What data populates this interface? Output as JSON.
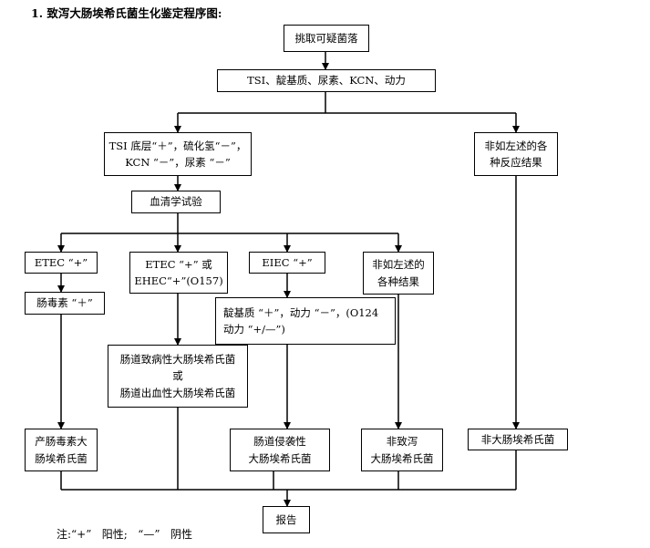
{
  "title": "1. 致泻大肠埃希氏菌生化鉴定程序图:",
  "boxes": {
    "pick": "挑取可疑菌落",
    "tests": "TSI、靛基质、尿素、KCN、动力",
    "tsi": [
      "TSI 底层“＋”，硫化氢“－”，",
      "KCN “－”，尿素 “－”"
    ],
    "nonmatch1": [
      "非如左述的各",
      "种反应结果"
    ],
    "serum": "血清学试验",
    "etec": "ETEC “+”",
    "etec_epec": [
      "ETEC “+” 或",
      "EHEC“+”(O157)"
    ],
    "eiec": "EIEC “+”",
    "nonmatch2": [
      "非如左述的",
      "各种结果"
    ],
    "toxin": "肠毒素 “＋”",
    "indole": [
      "靛基质 “＋”，动力 “－”，(O124",
      "动力 “+/—”)"
    ],
    "pathogenic": [
      "肠道致病性大肠埃希氏菌",
      "或",
      "肠道出血性大肠埃希氏菌"
    ],
    "enterotoxigenic": [
      "产肠毒素大",
      "肠埃希氏菌"
    ],
    "invasive": [
      "肠道侵袭性",
      "大肠埃希氏菌"
    ],
    "nondiarrheal": [
      "非致泻",
      "大肠埃希氏菌"
    ],
    "nonecoli": "非大肠埃希氏菌",
    "report": "报告"
  },
  "note": "注:“+”   阳性;   “—”   阴性"
}
